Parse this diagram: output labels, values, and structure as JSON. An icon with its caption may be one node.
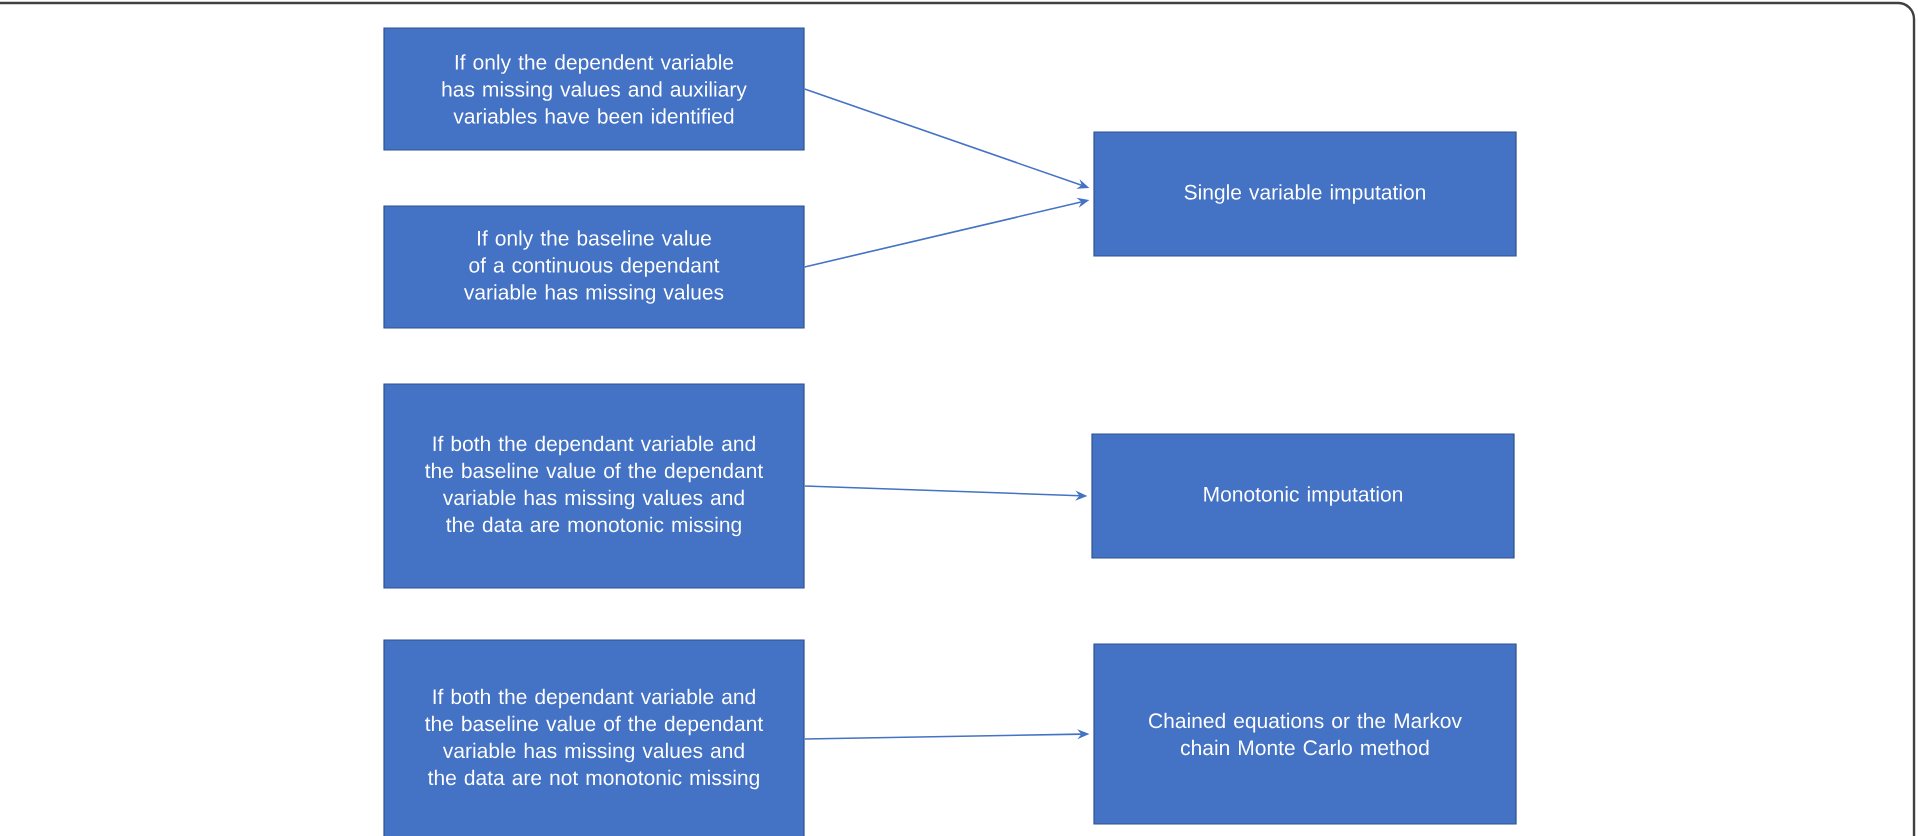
{
  "diagram": {
    "nodes": [
      {
        "text": [
          "If only the dependent variable has missing values and auxiliary variables have been identified"
        ]
      },
      {
        "text": [
          "If only the baseline value of a continuous dependant variable has missing values"
        ]
      },
      {
        "text": [
          "If both the dependant variable and the baseline value of the dependant variable has missing values and the data are monotonic missing"
        ]
      },
      {
        "text": [
          "If both the dependant variable and the baseline value of the dependant variable has missing values and the data are not monotonic missing"
        ]
      },
      {
        "text": [
          "Single variable imputation"
        ]
      },
      {
        "text": [
          "Monotonic imputation"
        ]
      },
      {
        "text": [
          "Chained equations or the Markov chain Monte Carlo method"
        ]
      }
    ],
    "edges": [
      {
        "from": 0,
        "to": 4,
        "arrow": "to"
      },
      {
        "from": 1,
        "to": 4,
        "arrow": "to"
      },
      {
        "from": 2,
        "to": 5,
        "arrow": "to"
      },
      {
        "from": 3,
        "to": 6,
        "arrow": "to"
      }
    ]
  }
}
